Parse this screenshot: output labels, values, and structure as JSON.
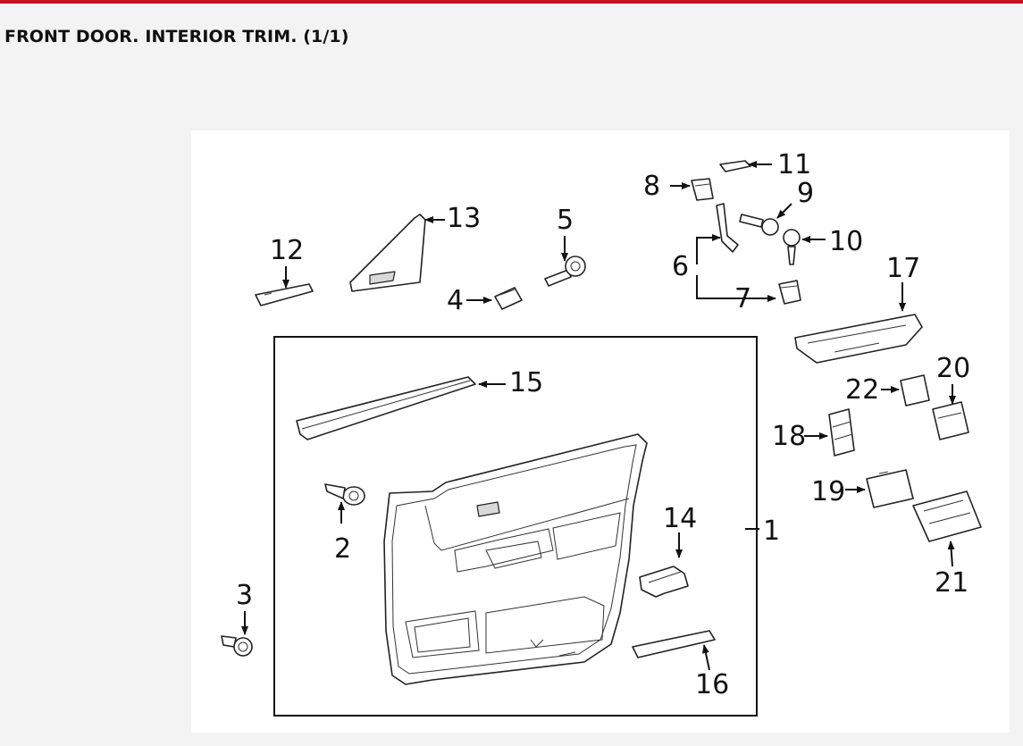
{
  "page": {
    "title": "FRONT DOOR. INTERIOR TRIM. (1/1)",
    "accent_color": "#c1121f"
  },
  "callouts": [
    {
      "id": "1",
      "label": "1"
    },
    {
      "id": "2",
      "label": "2"
    },
    {
      "id": "3",
      "label": "3"
    },
    {
      "id": "4",
      "label": "4"
    },
    {
      "id": "5",
      "label": "5"
    },
    {
      "id": "6",
      "label": "6"
    },
    {
      "id": "7",
      "label": "7"
    },
    {
      "id": "8",
      "label": "8"
    },
    {
      "id": "9",
      "label": "9"
    },
    {
      "id": "10",
      "label": "10"
    },
    {
      "id": "11",
      "label": "11"
    },
    {
      "id": "12",
      "label": "12"
    },
    {
      "id": "13",
      "label": "13"
    },
    {
      "id": "14",
      "label": "14"
    },
    {
      "id": "15",
      "label": "15"
    },
    {
      "id": "16",
      "label": "16"
    },
    {
      "id": "17",
      "label": "17"
    },
    {
      "id": "18",
      "label": "18"
    },
    {
      "id": "19",
      "label": "19"
    },
    {
      "id": "20",
      "label": "20"
    },
    {
      "id": "21",
      "label": "21"
    },
    {
      "id": "22",
      "label": "22"
    }
  ]
}
